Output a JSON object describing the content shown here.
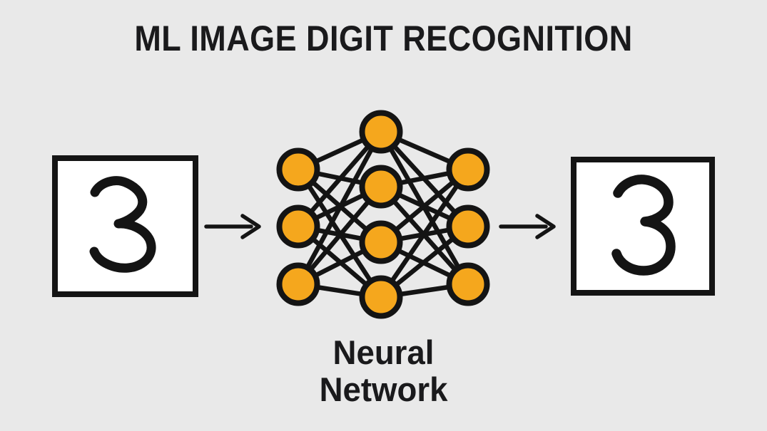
{
  "header": {
    "title": "ML IMAGE DIGIT RECOGNITION"
  },
  "input": {
    "digit": "3",
    "style": "handwritten"
  },
  "output": {
    "digit": "3",
    "style": "recognized"
  },
  "arrows": {
    "glyph": "→",
    "count": 2
  },
  "network": {
    "label": "Neural Network",
    "label_lines": [
      "Neural",
      "Network"
    ],
    "layers": [
      3,
      4,
      3
    ],
    "node_color": "#F5A71D"
  },
  "colors": {
    "background": "#E9E9E9",
    "box_fill": "#FFFFFF",
    "stroke": "#141414",
    "text": "#1A1A1C"
  }
}
